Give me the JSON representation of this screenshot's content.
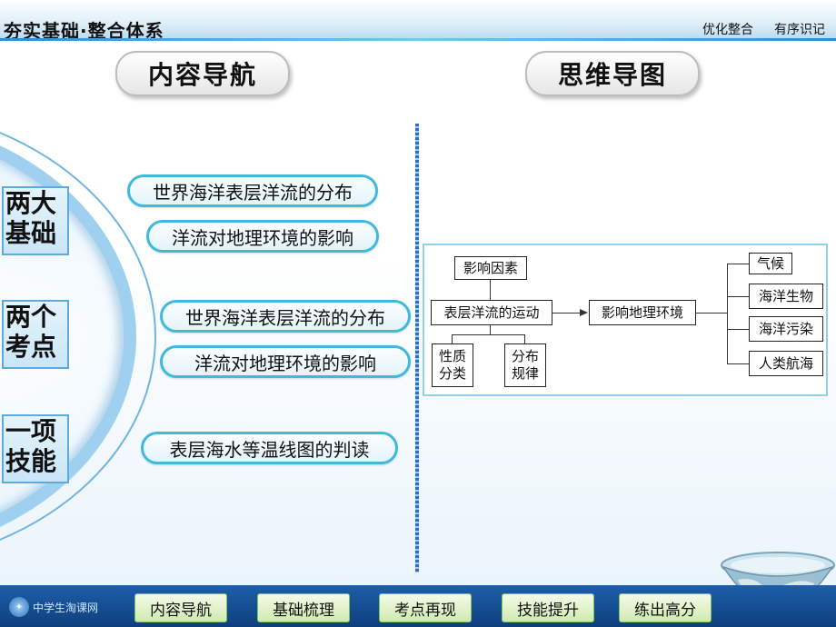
{
  "header": {
    "title": "夯实基础·整合体系",
    "right_links": [
      "优化整合",
      "有序识记"
    ]
  },
  "sections": {
    "nav_title": "内容导航",
    "map_title": "思维导图"
  },
  "left_tags": [
    {
      "line1": "两大",
      "line2": "基础"
    },
    {
      "line1": "两个",
      "line2": "考点"
    },
    {
      "line1": "一项",
      "line2": "技能"
    }
  ],
  "topics": [
    "世界海洋表层洋流的分布",
    "洋流对地理环境的影响",
    "世界海洋表层洋流的分布",
    "洋流对地理环境的影响",
    "表层海水等温线图的判读"
  ],
  "mindmap": {
    "factor": "影响因素",
    "motion": "表层洋流的运动",
    "nature": "性质分类",
    "distribution": "分布规律",
    "impact": "影响地理环境",
    "effects": [
      "气候",
      "海洋生物",
      "海洋污染",
      "人类航海"
    ]
  },
  "footer": {
    "brand": "中学生淘课网",
    "buttons": [
      "内容导航",
      "基础梳理",
      "考点再现",
      "技能提升",
      "练出高分"
    ]
  }
}
